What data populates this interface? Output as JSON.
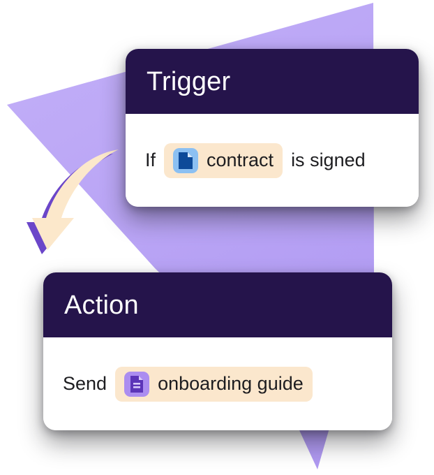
{
  "illustration": {
    "name": "workflow-automation-rule",
    "background_color": "#ffffff",
    "accent_purple": "#b9a4f5",
    "accent_purple_dark": "#6b46c9",
    "accent_cream": "#fbe7cd",
    "card_header_color": "#25144b",
    "card_body_color": "#ffffff",
    "text_color": "#1d1d20"
  },
  "decor": {
    "polygon_name": "purple-angled-polygon",
    "polygon_color": "#b9a4f5",
    "arrow_name": "curved-down-arrow",
    "arrow_fill": "#fce8cb",
    "arrow_shadow": "#6b46c9"
  },
  "cards": [
    {
      "id": "trigger",
      "title": "Trigger",
      "prefix": "If",
      "chip": {
        "label": "contract",
        "icon": "document-icon",
        "icon_bg": "#8cc0f2",
        "icon_fg": "#0d4a99",
        "chip_bg": "#fbe7cd"
      },
      "suffix": "is signed"
    },
    {
      "id": "action",
      "title": "Action",
      "prefix": "Send",
      "chip": {
        "label": "onboarding guide",
        "icon": "document-lines-icon",
        "icon_bg": "#ab8df0",
        "icon_fg": "#5b34b8",
        "chip_bg": "#fbe7cd"
      },
      "suffix": ""
    }
  ]
}
